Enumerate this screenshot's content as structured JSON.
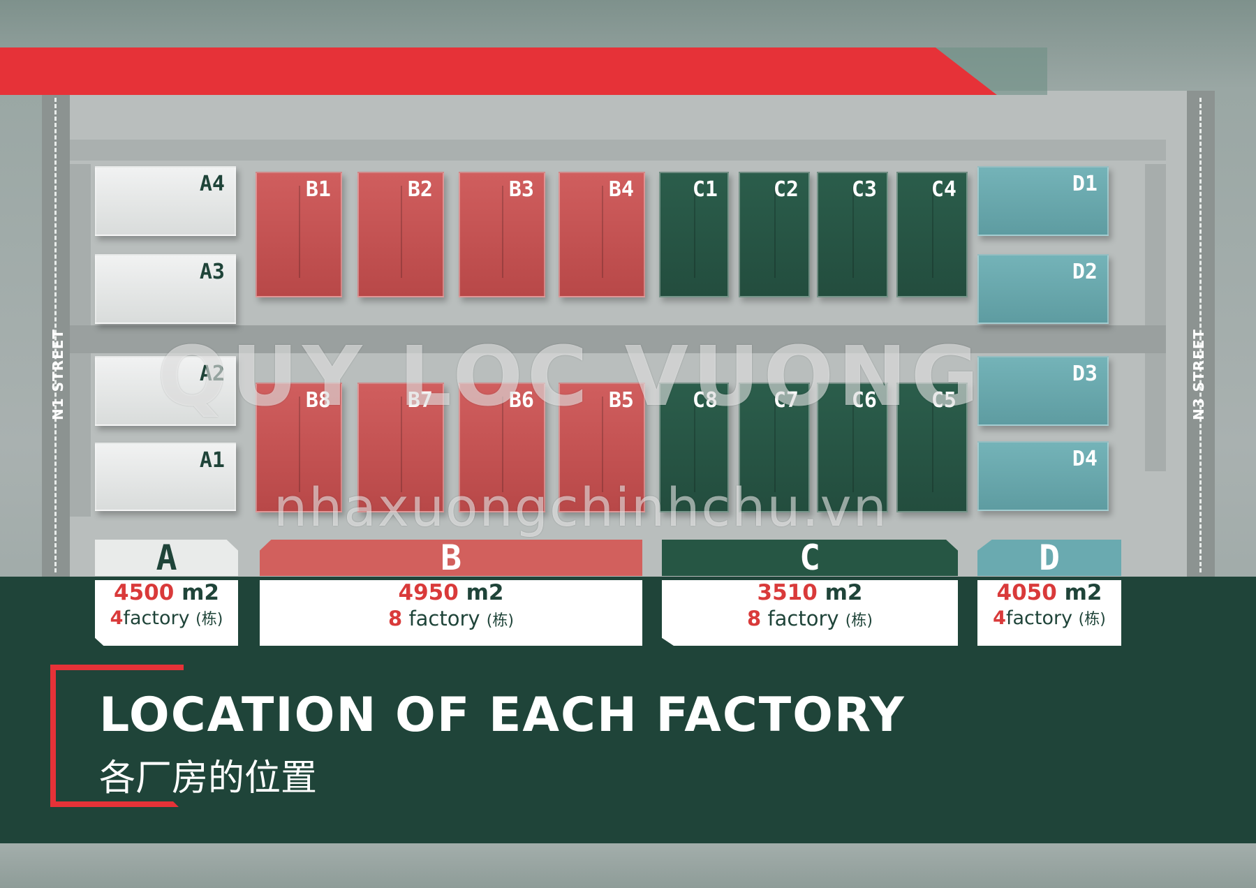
{
  "colors": {
    "accent_red": "#e63238",
    "zone_a": "#e9ebea",
    "zone_b": "#c9524f",
    "zone_c": "#265644",
    "zone_d": "#6aaab0",
    "band_green": "#1f4439"
  },
  "streets": {
    "left": "N1 STREET",
    "right": "N3 STREET"
  },
  "buildings": {
    "A4": "A4",
    "A3": "A3",
    "A2": "A2",
    "A1": "A1",
    "B1": "B1",
    "B2": "B2",
    "B3": "B3",
    "B4": "B4",
    "B8": "B8",
    "B7": "B7",
    "B6": "B6",
    "B5": "B5",
    "C1": "C1",
    "C2": "C2",
    "C3": "C3",
    "C4": "C4",
    "C8": "C8",
    "C7": "C7",
    "C6": "C6",
    "C5": "C5",
    "D1": "D1",
    "D2": "D2",
    "D3": "D3",
    "D4": "D4"
  },
  "zones": [
    {
      "letter": "A",
      "area": "4500",
      "area_unit": "m2",
      "count": "4",
      "count_label": "factory",
      "count_suffix": "(栋)"
    },
    {
      "letter": "B",
      "area": "4950",
      "area_unit": "m2",
      "count": "8",
      "count_label": "factory",
      "count_suffix": "(栋)"
    },
    {
      "letter": "C",
      "area": "3510",
      "area_unit": "m2",
      "count": "8",
      "count_label": "factory",
      "count_suffix": "(栋)"
    },
    {
      "letter": "D",
      "area": "4050",
      "area_unit": "m2",
      "count": "4",
      "count_label": "factory",
      "count_suffix": "(栋)"
    }
  ],
  "title": {
    "english": "LOCATION OF EACH FACTORY",
    "chinese": "各厂房的位置"
  },
  "watermark": {
    "line1": "QUY LOC VUONG",
    "line2": "nhaxuongchinhchu.vn"
  }
}
